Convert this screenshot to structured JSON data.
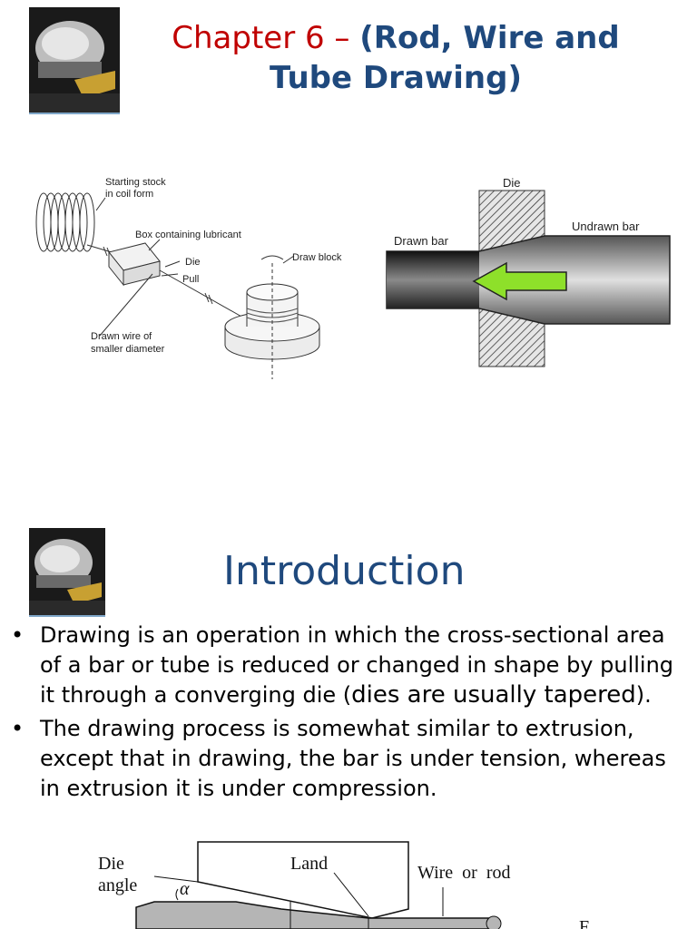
{
  "slide1": {
    "title_prefix": "Chapter 6 – ",
    "title_bold": "(Rod, Wire and Tube Drawing)",
    "figure_left": {
      "labels": {
        "starting_stock": "Starting stock",
        "coil_form": "in coil form",
        "box": "Box containing lubricant",
        "die": "Die",
        "pull": "Pull",
        "draw_block": "Draw block",
        "drawn_wire": "Drawn wire of",
        "smaller_diameter": "smaller diameter"
      }
    },
    "figure_right": {
      "labels": {
        "die": "Die",
        "undrawn_bar": "Undrawn bar",
        "drawn_bar": "Drawn bar"
      },
      "arrow_color": "#8ee02a"
    }
  },
  "slide2": {
    "heading": "Introduction",
    "bullets": [
      {
        "text_a": "Drawing is an operation in which the cross-sectional area of a bar or tube is reduced or changed in shape by pulling it through a converging die (",
        "text_b": "dies are usually tapered",
        "text_c": ")."
      },
      {
        "text_a": "The drawing process is somewhat similar to extrusion, except that in drawing, the bar is under tension, whereas in extrusion it is under compression."
      }
    ],
    "figure_bottom": {
      "labels": {
        "die": "Die",
        "angle": "angle",
        "alpha": "α",
        "land": "Land",
        "wire_or_rod": "Wire  or  rod",
        "f": "F"
      }
    }
  },
  "colors": {
    "title_red": "#c00000",
    "title_blue": "#1f497d",
    "heading_blue": "#1f497d"
  }
}
